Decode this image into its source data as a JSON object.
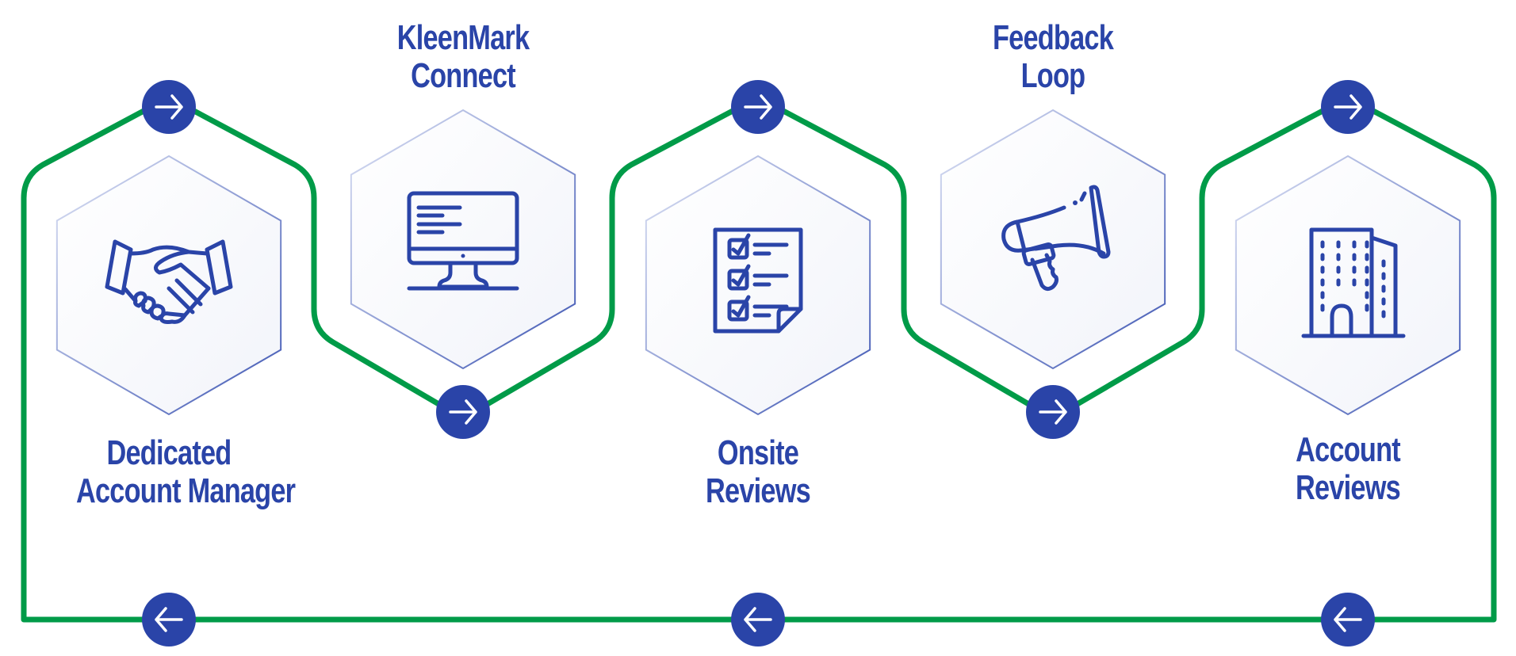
{
  "colors": {
    "loop_line": "#009b48",
    "accent_blue": "#2a44a8",
    "hex_fill": "#f5f6fb",
    "hex_stroke_light": "#c9d0ec",
    "hex_stroke_dark": "#4a5fb8",
    "arrow_glyph": "#ffffff"
  },
  "steps": [
    {
      "label_line1": "Dedicated",
      "label_line2": "Account Manager",
      "icon": "handshake-icon",
      "label_position": "below"
    },
    {
      "label_line1": "KleenMark",
      "label_line2": "Connect",
      "icon": "monitor-icon",
      "label_position": "above"
    },
    {
      "label_line1": "Onsite",
      "label_line2": "Reviews",
      "icon": "checklist-icon",
      "label_position": "below"
    },
    {
      "label_line1": "Feedback",
      "label_line2": "Loop",
      "icon": "megaphone-icon",
      "label_position": "above"
    },
    {
      "label_line1": "Account",
      "label_line2": "Reviews",
      "icon": "building-icon",
      "label_position": "below"
    }
  ],
  "connectors": {
    "forward": {
      "icon": "arrow-right-icon",
      "count": 5
    },
    "return": {
      "icon": "arrow-left-icon",
      "count": 3
    }
  }
}
